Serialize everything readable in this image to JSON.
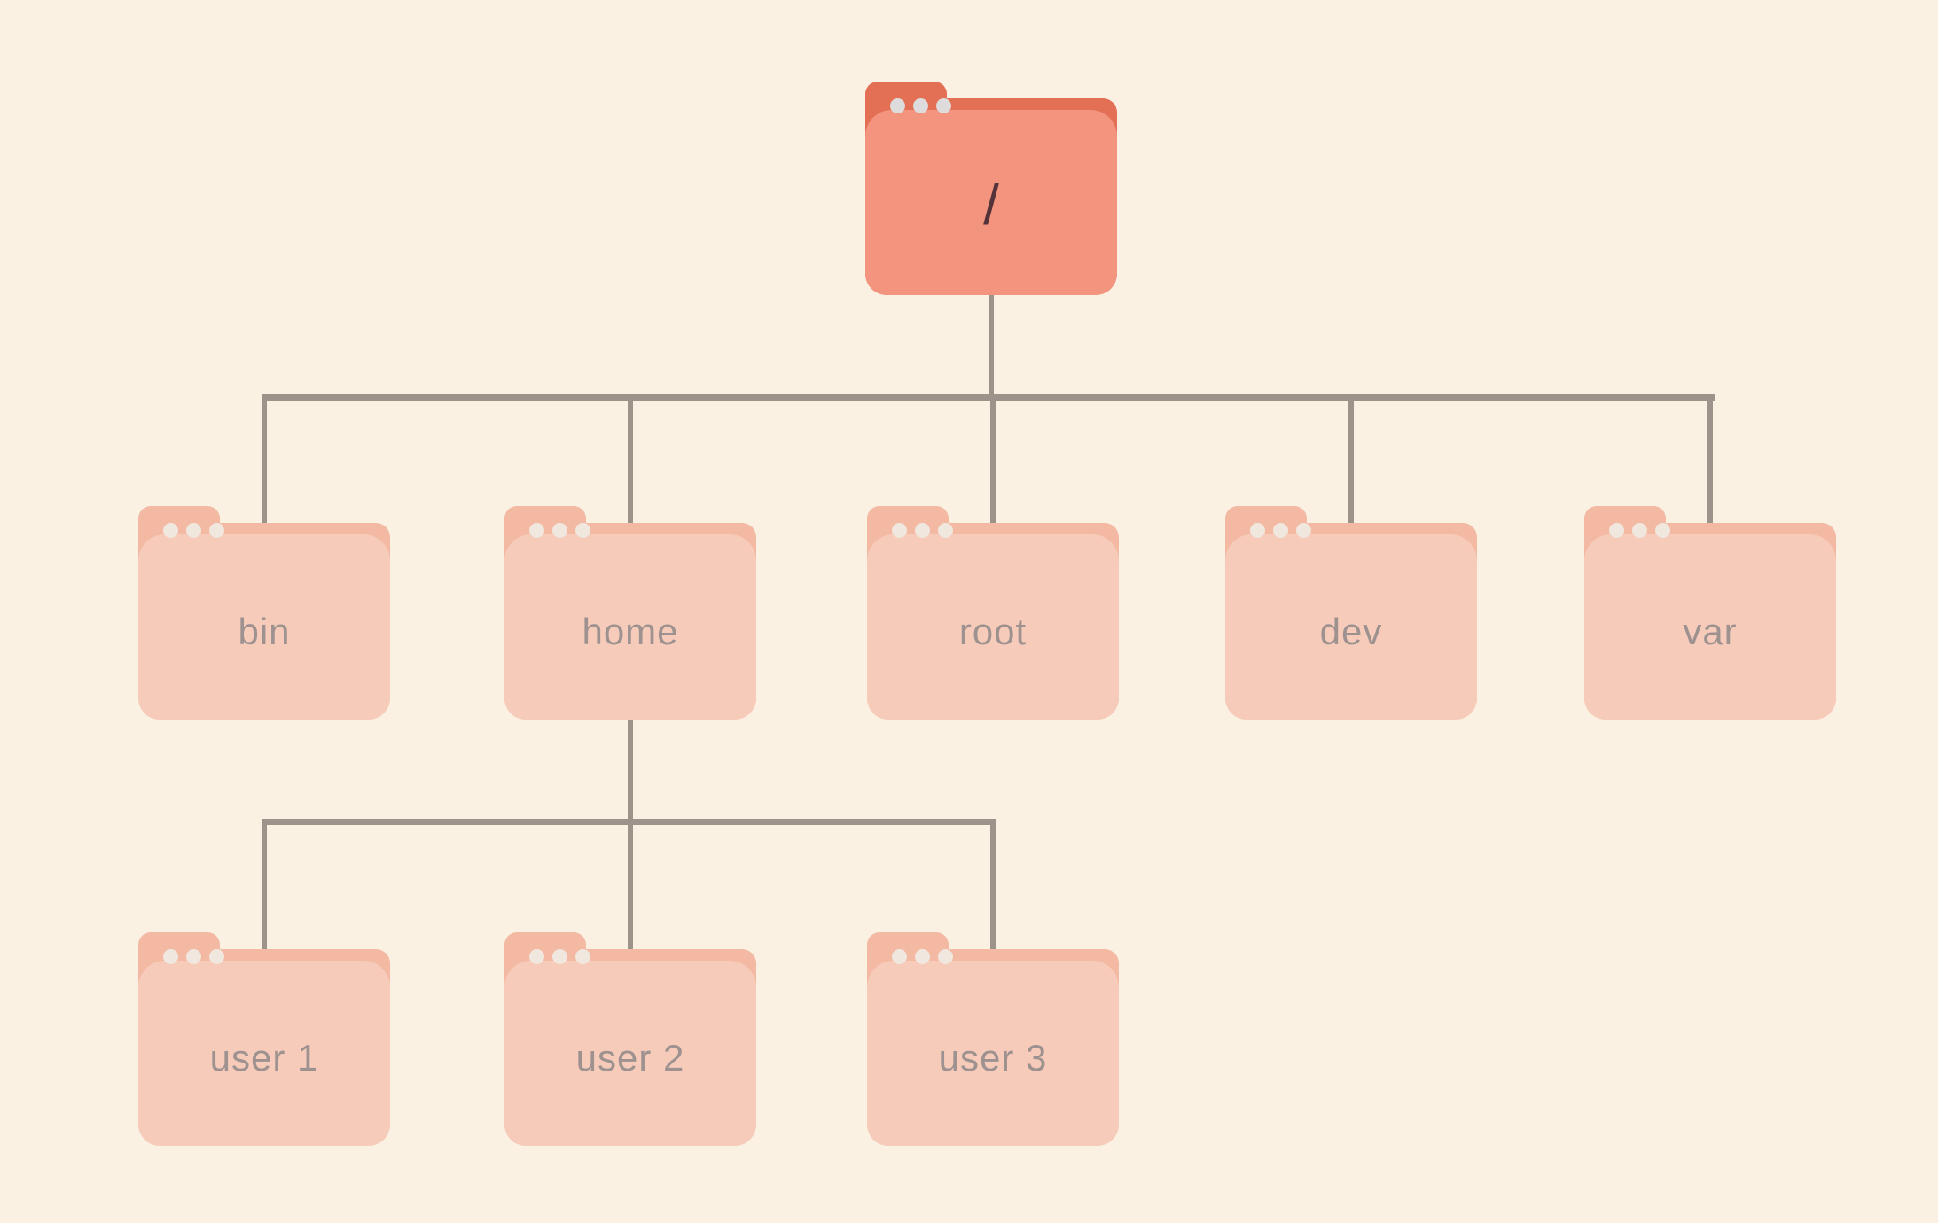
{
  "diagram": {
    "type": "filesystem-tree",
    "root": {
      "label": "/"
    },
    "level1": [
      {
        "label": "bin"
      },
      {
        "label": "home"
      },
      {
        "label": "root"
      },
      {
        "label": "dev"
      },
      {
        "label": "var"
      }
    ],
    "home_children": [
      {
        "label": "user 1"
      },
      {
        "label": "user 2"
      },
      {
        "label": "user 3"
      }
    ]
  },
  "colors": {
    "background": "#faf1e3",
    "line": "#9c948a",
    "root_tab": "#e36f54",
    "root_front": "#f2947e",
    "root_dots": "#dedbdc",
    "root_label": "#533239",
    "child_tab": "#f3b9a3",
    "child_front": "#f7cbb9",
    "child_dots": "#f0e7de",
    "label": "#9e9290"
  }
}
